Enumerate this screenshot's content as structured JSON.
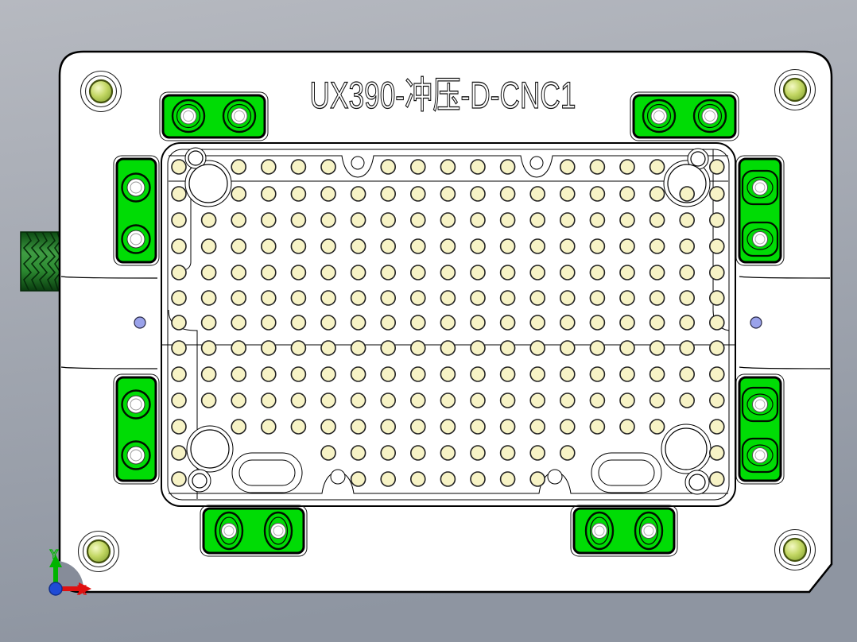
{
  "window": {
    "background_top": "#b6b9c0",
    "background_bottom": "#8e95a1"
  },
  "title": {
    "text": "UX390-冲压-D-CNC1"
  },
  "axis_triad": {
    "x_label": "X",
    "y_label": "Y",
    "x_color": "#e01010",
    "y_color": "#00b400",
    "z_color": "#1f4bd6"
  },
  "colors": {
    "plate_fill": "#ffffff",
    "plate_stroke": "#000000",
    "clamp_green": "#00dc05",
    "clamp_stroke": "#001400",
    "screw_rim": "#44520f",
    "hole_fill": "#f7f3c6",
    "hole_stroke": "#222222",
    "thread_green": "#1d7a1f",
    "thread_dark": "#063f0c",
    "dowel_blue": "#9aa2ea",
    "line_black": "#000000"
  },
  "hole_grid": {
    "col_start": 225,
    "col_step": 37.6,
    "cols": 19,
    "rows_y": [
      210,
      244,
      277,
      310,
      343,
      375,
      406,
      438,
      471,
      504,
      537,
      570,
      603
    ],
    "radius": 9,
    "fill": "#f7f3c6",
    "stroke": "#222222",
    "skip": {
      "0": [
        1,
        6,
        12,
        17
      ],
      "1": [
        1
      ],
      "10": [
        1,
        17
      ],
      "11": [
        1,
        2,
        3,
        4,
        14,
        15,
        16,
        17
      ],
      "12": [
        1,
        2,
        3,
        4,
        5,
        13,
        14,
        15,
        16,
        17
      ]
    }
  }
}
